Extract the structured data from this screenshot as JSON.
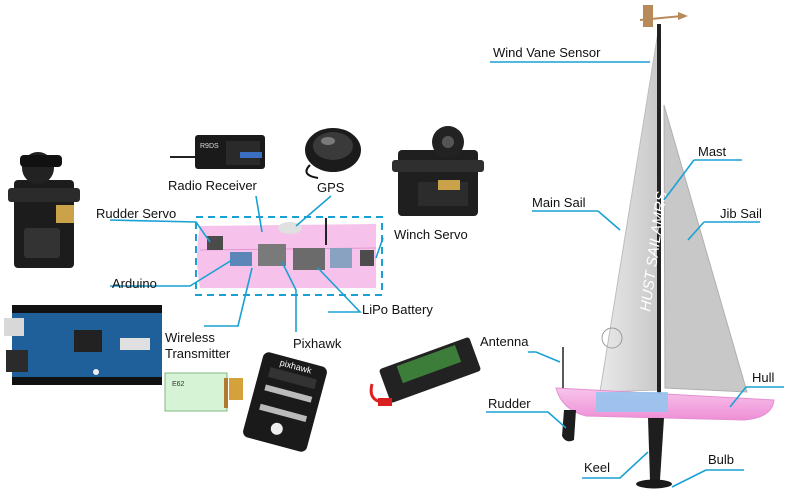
{
  "figure": {
    "boat_labels": {
      "wind_vane_sensor": "Wind Vane Sensor",
      "mast": "Mast",
      "main_sail": "Main Sail",
      "jib_sail": "Jib Sail",
      "antenna": "Antenna",
      "hull": "Hull",
      "rudder": "Rudder",
      "keel": "Keel",
      "bulb": "Bulb"
    },
    "component_labels": {
      "radio_receiver": "Radio Receiver",
      "gps": "GPS",
      "rudder_servo": "Rudder Servo",
      "winch_servo": "Winch Servo",
      "arduino": "Arduino",
      "lipo_battery": "LiPo Battery",
      "wireless_transmitter_line1": "Wireless",
      "wireless_transmitter_line2": "Transmitter",
      "pixhawk": "Pixhawk"
    },
    "printed_text": {
      "sail_text": "HUST SAILAMRS",
      "receiver_model": "R9DS",
      "pixhawk_logo": "pixhawk",
      "transmitter_model": "E62"
    },
    "colors": {
      "callout_line": "#1aa1d4",
      "dashed_box": "#1aa1d4",
      "hull_pink": "#f4a9e3",
      "electronics_blue": "#8fc6ee",
      "sail_grey": "#d8d8d8",
      "arduino_blue": "#1f5f9a"
    }
  }
}
